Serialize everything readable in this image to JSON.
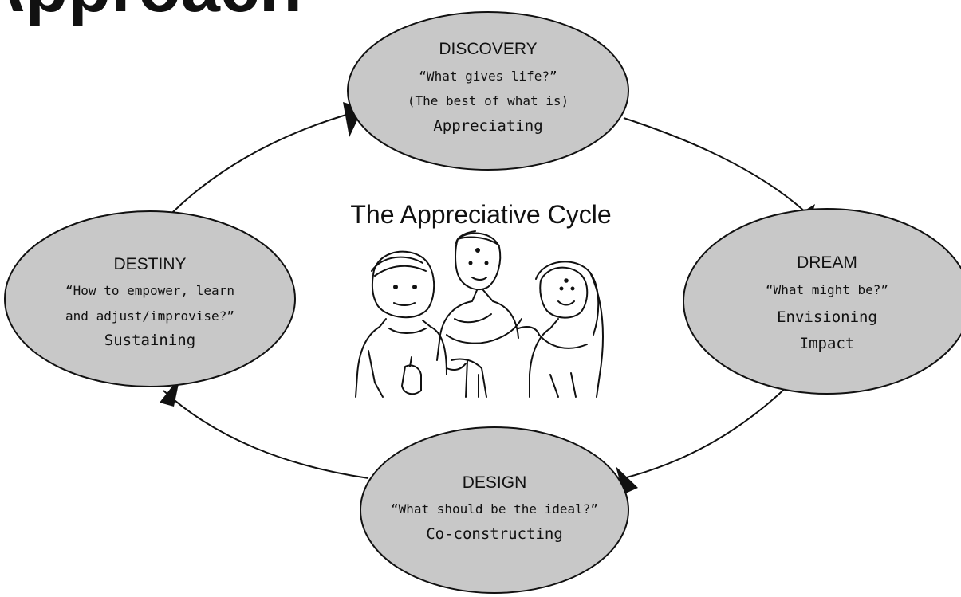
{
  "header": {
    "title_fragment": "Approach"
  },
  "center": {
    "title": "The  Appreciative Cycle",
    "illustration": "three-people-sketch"
  },
  "stages": {
    "discovery": {
      "name": "DISCOVERY",
      "question": "“What gives life?”",
      "subtitle": "(The best of what is)",
      "action": "Appreciating"
    },
    "dream": {
      "name": "DREAM",
      "question": "“What might be?”",
      "action1": "Envisioning",
      "action2": "Impact"
    },
    "design": {
      "name": "DESIGN",
      "question": "“What should be the ideal?”",
      "action": "Co-constructing"
    },
    "destiny": {
      "name": "DESTINY",
      "question1": "“How to empower, learn",
      "question2": "and adjust/improvise?”",
      "action": "Sustaining"
    }
  },
  "colors": {
    "ellipse_fill": "#c8c8c8",
    "stroke": "#111111",
    "background": "#ffffff"
  }
}
